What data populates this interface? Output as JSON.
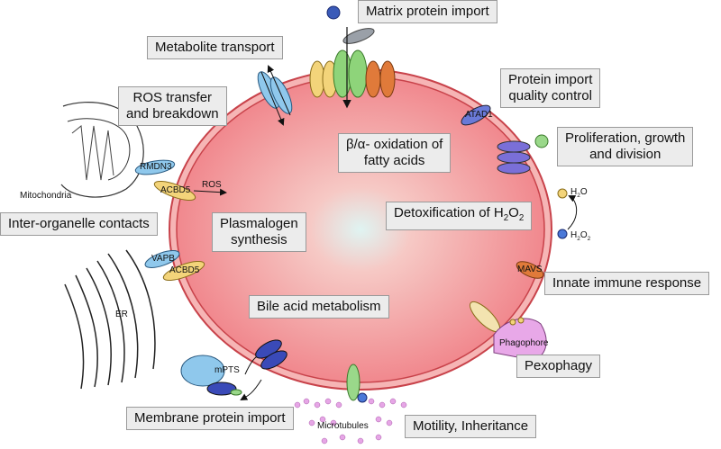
{
  "labels": {
    "matrix_import": "Matrix protein import",
    "metabolite_transport": "Metabolite transport",
    "ros_transfer_1": "ROS transfer",
    "ros_transfer_2": "and breakdown",
    "protein_import_qc_1": "Protein import",
    "protein_import_qc_2": "quality control",
    "beta_alpha_ox_1": "β/α- oxidation of",
    "beta_alpha_ox_2": "fatty acids",
    "proliferation_1": "Proliferation, growth",
    "proliferation_2": "and division",
    "detox_prefix": "Detoxification of H",
    "detox_sub": "2",
    "detox_o": "O",
    "detox_sub2": "2",
    "inter_organelle": "Inter-organelle contacts",
    "plasmalogen_1": "Plasmalogen",
    "plasmalogen_2": "synthesis",
    "innate_immune": "Innate immune response",
    "bile_acid": "Bile acid metabolism",
    "pexophagy": "Pexophagy",
    "membrane_import": "Membrane protein import",
    "motility": "Motility, Inheritance"
  },
  "small_labels": {
    "mitochondria": "Mitochondria",
    "rmdn3": "RMDN3",
    "acbd5_top": "ACBD5",
    "ros": "ROS",
    "er": "ER",
    "vapb": "VAPB",
    "acbd5_bottom": "ACBD5",
    "atad1": "ATAD1",
    "mavs": "MAVS",
    "phagophore": "Phagophore",
    "mpts": "mPTS",
    "microtubules": "Microtubules",
    "h2o_h": "H",
    "h2o_sub": "2",
    "h2o_o": "O",
    "h2o2_h": "H",
    "h2o2_sub1": "2",
    "h2o2_o": "O",
    "h2o2_sub2": "2"
  },
  "colors": {
    "peroxisome_fill_center": "#dff4f2",
    "peroxisome_fill_edge": "#f08b8f",
    "membrane": "#c8424a",
    "box_bg": "#ececec",
    "box_border": "#9a9a9a",
    "blue_protein": "#4a57c8",
    "purple_protein": "#7a6fd8",
    "orange_protein": "#e07a3a",
    "green_protein": "#8ed47a",
    "yellow_protein": "#f3d47a",
    "light_blue_protein": "#8fc8ec"
  }
}
